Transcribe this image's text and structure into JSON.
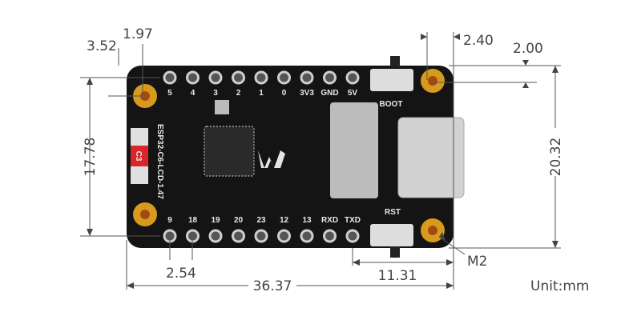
{
  "dimensions": {
    "left_hole_x": "3.52",
    "left_hole_offset": "1.97",
    "pin_row_span": "17.78",
    "pin_pitch": "2.54",
    "board_length": "36.37",
    "usb_section": "11.31",
    "right_hole_x": "2.40",
    "right_hole_y": "2.00",
    "board_width": "20.32",
    "hole_size": "M2",
    "unit": "Unit:mm"
  },
  "board": {
    "model": "ESP32-C6-LCD-1.47",
    "chip_badge": "C3",
    "top_pins": [
      "5",
      "4",
      "3",
      "2",
      "1",
      "0",
      "3V3",
      "GND",
      "5V"
    ],
    "bottom_pins": [
      "9",
      "18",
      "19",
      "20",
      "23",
      "12",
      "13",
      "RXD",
      "TXD"
    ],
    "buttons": {
      "boot": "BOOT",
      "reset": "RST"
    },
    "colors": {
      "pcb": "#141414",
      "gold": "#d89a1c",
      "silk": "#e8e8e8",
      "badge": "#d9262b"
    }
  }
}
